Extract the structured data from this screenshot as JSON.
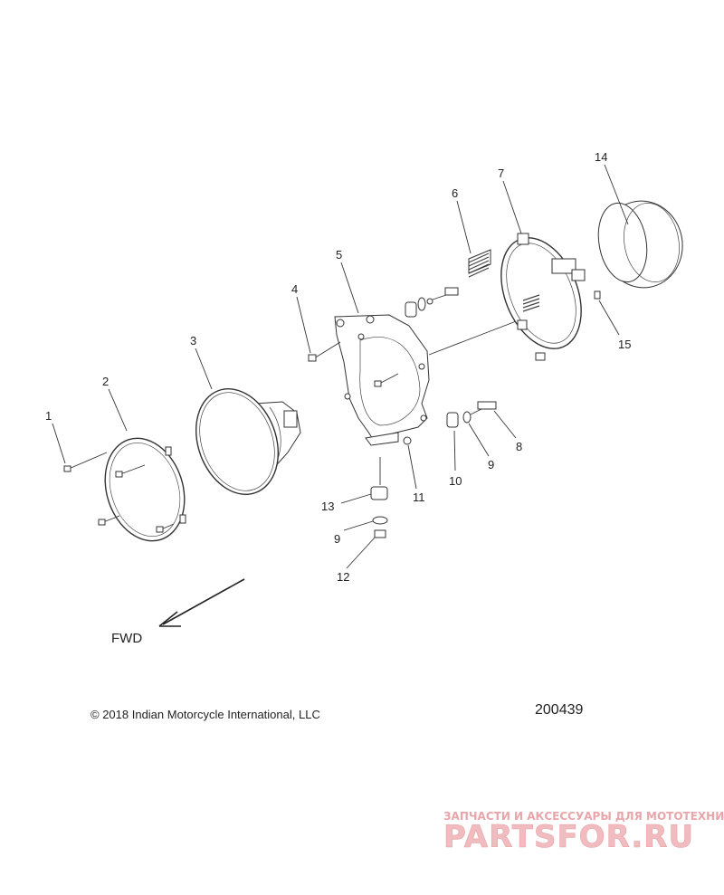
{
  "callouts": {
    "c1": "1",
    "c2": "2",
    "c3": "3",
    "c4": "4",
    "c5": "5",
    "c6": "6",
    "c7": "7",
    "c8": "8",
    "c9a": "9",
    "c9b": "9",
    "c10": "10",
    "c11": "11",
    "c12": "12",
    "c13": "13",
    "c14": "14",
    "c15": "15"
  },
  "direction_label": "FWD",
  "copyright": "© 2018 Indian Motorcycle International, LLC",
  "figure_number": "200439",
  "watermark": {
    "tagline": "ЗАПЧАСТИ И АКСЕССУАРЫ ДЛЯ МОТОТЕХНИКИ",
    "logo": "PARTSFOR.RU"
  }
}
